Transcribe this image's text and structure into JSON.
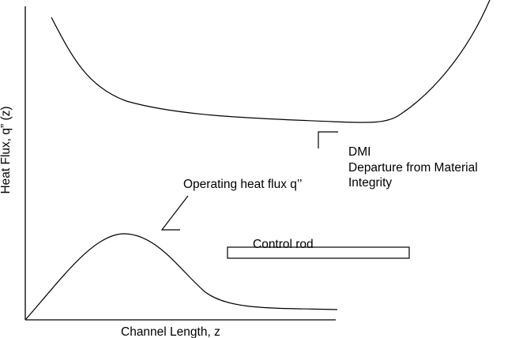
{
  "diagram": {
    "y_axis_label": "Heat Flux, q” (z)",
    "x_axis_label": "Channel Length, z",
    "dmi_label_line1": "DMI",
    "dmi_label_line2": "Departure from Material",
    "dmi_label_line3": "Integrity",
    "operating_label": "Operating heat flux q’’",
    "control_rod_label": "Control rod",
    "stroke_color": "#000000"
  }
}
